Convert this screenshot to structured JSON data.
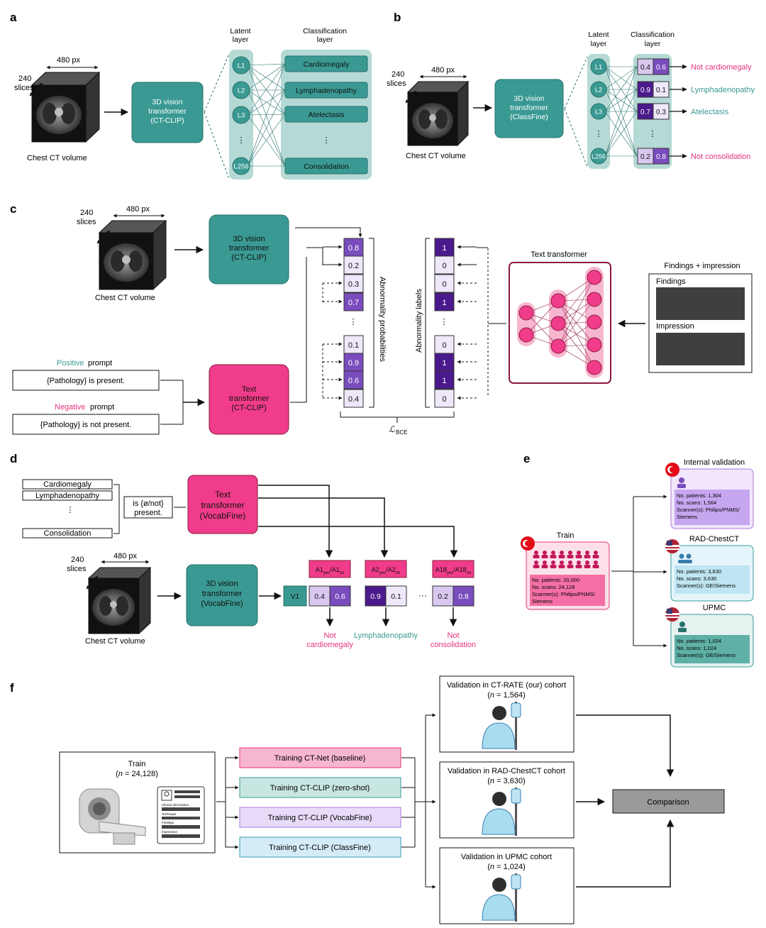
{
  "colors": {
    "teal": "#3a9a93",
    "teal_light": "#b5d9d4",
    "teal_dark": "#26706b",
    "pink": "#f03c8a",
    "pink_light": "#f7b6cf",
    "pink_text": "#e8327f",
    "purple_dark": "#4a1a8c",
    "purple_mid": "#7a4cbd",
    "purple_light": "#d8c8ef",
    "purple_pale": "#efe8fa",
    "blue_light": "#bfe5f3",
    "lavender": "#c7a6f0",
    "maroon": "#8b1a3c",
    "gray_box": "#9a9a9a",
    "dark_box": "#3f3f3f"
  },
  "panel_a": {
    "label": "a",
    "dim_slices": "240",
    "dim_slices2": "slices",
    "dim_px": "480 px",
    "volume_caption": "Chest CT volume",
    "encoder": [
      "3D vision",
      "transformer",
      "(CT-CLIP)"
    ],
    "latent_title": [
      "Latent",
      "layer"
    ],
    "class_title": [
      "Classification",
      "layer"
    ],
    "latent_nodes": [
      "L1",
      "L2",
      "L3",
      "⋮",
      "L256"
    ],
    "classes": [
      "Cardiomegaly",
      "Lymphadenopathy",
      "Atelectasis",
      "⋮",
      "Consolidation"
    ]
  },
  "panel_b": {
    "label": "b",
    "dim_slices": "240",
    "dim_slices2": "slices",
    "dim_px": "480 px",
    "volume_caption": "Chest CT volume",
    "encoder": [
      "3D vision",
      "transformer",
      "(ClassFine)"
    ],
    "latent_title": [
      "Latent",
      "layer"
    ],
    "class_title": [
      "Classification",
      "layer"
    ],
    "latent_nodes": [
      "L1",
      "L2",
      "L3",
      "⋮",
      "L256"
    ],
    "probs": [
      {
        "a": "0.4",
        "b": "0.6",
        "hi": "b",
        "out": "Not cardiomegaly",
        "color": "pink"
      },
      {
        "a": "0.9",
        "b": "0.1",
        "hi": "a",
        "out": "Lymphadenopathy",
        "color": "teal"
      },
      {
        "a": "0.7",
        "b": "0.3",
        "hi": "a",
        "out": "Atelectasis",
        "color": "teal"
      },
      {
        "a": "0.2",
        "b": "0.8",
        "hi": "b",
        "out": "Not consolidation",
        "color": "pink"
      }
    ]
  },
  "panel_c": {
    "label": "c",
    "dim_slices": "240",
    "dim_slices2": "slices",
    "dim_px": "480 px",
    "volume_caption": "Chest CT volume",
    "encoder": [
      "3D vision",
      "transformer",
      "(CT-CLIP)"
    ],
    "text_encoder": [
      "Text",
      "transformer",
      "(CT-CLIP)"
    ],
    "positive_word": "Positive",
    "prompt_word": "prompt",
    "negative_word": "Negative",
    "positive_prompt": "{Pathology} is present.",
    "negative_prompt": "{Pathology} is not present.",
    "probabilities": [
      "0.8",
      "0.2",
      "0.3",
      "0.7",
      "⋮",
      "0.1",
      "0.9",
      "0.6",
      "0.4"
    ],
    "prob_label": "Abnormality probabilities",
    "labels": [
      "1",
      "0",
      "0",
      "1",
      "⋮",
      "0",
      "1",
      "1",
      "0"
    ],
    "labels_label": "Abnormality labels",
    "loss": "ℒ",
    "loss_sub": "BCE",
    "text_transformer": "Text transformer",
    "report_title": "Findings + impression",
    "findings": "Findings",
    "impression": "Impression"
  },
  "panel_d": {
    "label": "d",
    "pathologies": [
      "Cardiomegaly",
      "Lymphadenopathy",
      "⋮",
      "Consolidation"
    ],
    "template": [
      "is {ø/not}",
      "present."
    ],
    "text_encoder": [
      "Text",
      "transformer",
      "(VocabFine)"
    ],
    "dim_slices": "240",
    "dim_slices2": "slices",
    "dim_px": "480 px",
    "volume_caption": "Chest CT volume",
    "encoder": [
      "3D vision",
      "transformer",
      "(VocabFine)"
    ],
    "v1": "V1",
    "heads": [
      {
        "name": "A1",
        "sub1": "yes",
        "mid": "/A1",
        "sub2": "no",
        "a": "0.4",
        "b": "0.6",
        "hi": "b",
        "out": [
          "Not",
          "cardiomegaly"
        ],
        "color": "pink"
      },
      {
        "name": "A2",
        "sub1": "yes",
        "mid": "/A2",
        "sub2": "no",
        "a": "0.9",
        "b": "0.1",
        "hi": "a",
        "out": [
          "Lymphadenopathy"
        ],
        "color": "teal"
      },
      {
        "name": "A18",
        "sub1": "yes",
        "mid": "/A18",
        "sub2": "no",
        "a": "0.2",
        "b": "0.8",
        "hi": "b",
        "out": [
          "Not",
          "consolidation"
        ],
        "color": "pink"
      }
    ],
    "ellipsis": "···"
  },
  "panel_e": {
    "label": "e",
    "train": {
      "title": "Train",
      "lines": [
        "No. patients: 20,000",
        "No. scans: 24,128",
        "Scanner(s): Philips/PNMS/",
        "Siemens"
      ]
    },
    "internal": {
      "title": "Internal validation",
      "lines": [
        "No. patients: 1,304",
        "No. scans: 1,564",
        "Scanner(s): Philips/PNMS/",
        "Siemens"
      ]
    },
    "rad": {
      "title": "RAD-ChestCT",
      "lines": [
        "No. patients: 3,630",
        "No. scans: 3,630",
        "Scanner(s): GE/Siemens"
      ]
    },
    "upmc": {
      "title": "UPMC",
      "lines": [
        "No. patients: 1,024",
        "No. scans: 1,024",
        "Scanner(s): GE/Siemens"
      ]
    }
  },
  "panel_f": {
    "label": "f",
    "train_title": "Train",
    "train_n_pre": "(",
    "train_n_var": "n",
    "train_n_post": " = 24,128)",
    "doc_lines": [
      "Clinical information",
      "Technique",
      "Findings",
      "Impression"
    ],
    "trainings": [
      "Training CT-Net (baseline)",
      "Training CT-CLIP (zero-shot)",
      "Training CT-CLIP (VocabFine)",
      "Training CT-CLIP (ClassFine)"
    ],
    "validations": [
      {
        "title": "Validation in CT-RATE (our) cohort",
        "n": " = 1,564)"
      },
      {
        "title": "Validation in RAD-ChestCT cohort",
        "n": " = 3,630)"
      },
      {
        "title": "Validation in UPMC cohort",
        "n": " = 1,024)"
      }
    ],
    "comparison": "Comparison"
  }
}
